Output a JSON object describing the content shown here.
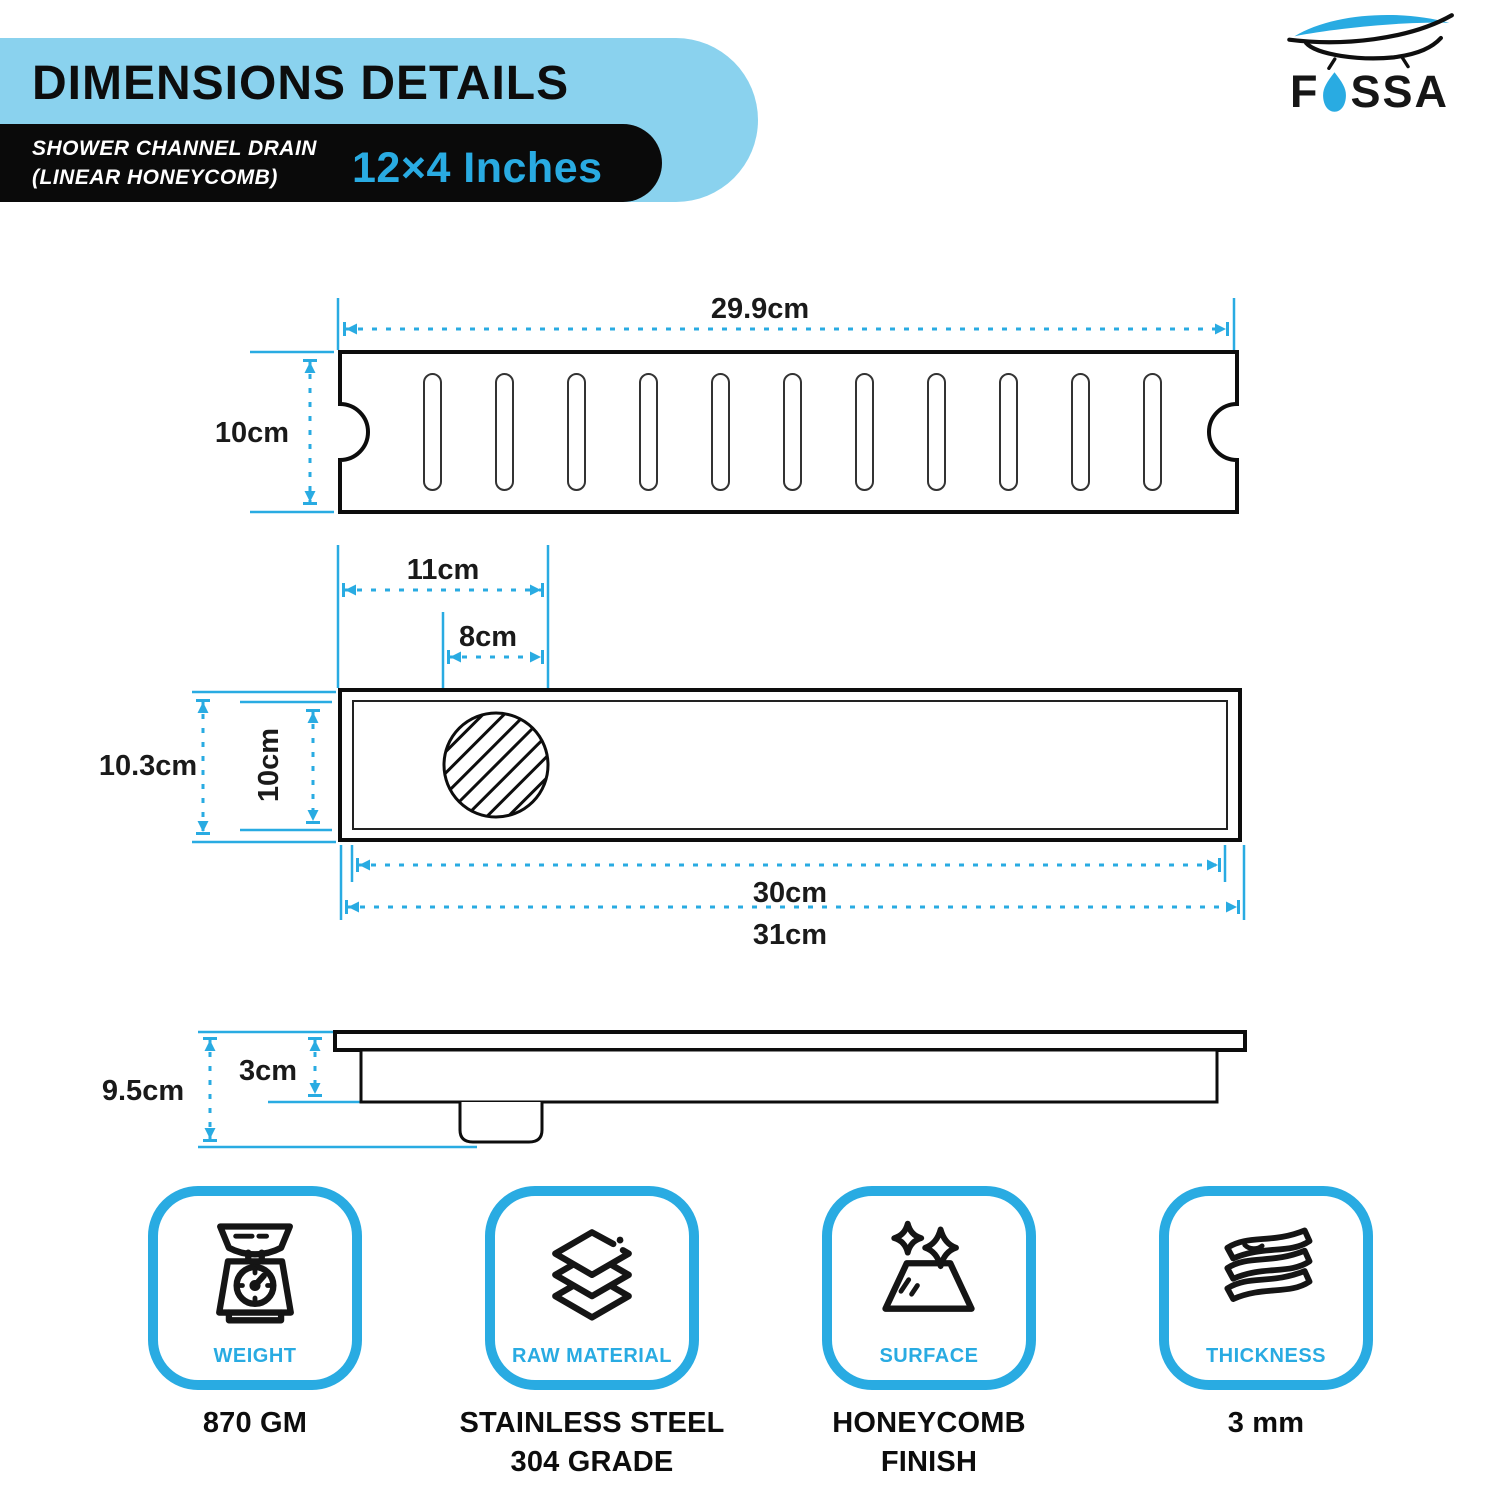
{
  "header": {
    "title": "DIMENSIONS DETAILS",
    "product_line1": "SHOWER CHANNEL DRAIN",
    "product_line2": "(LINEAR HONEYCOMB)",
    "size_label": "12×4 Inches"
  },
  "logo": {
    "text_start": "F",
    "text_end": "SSA"
  },
  "colors": {
    "accent_blue": "#29ABE2",
    "banner_blue": "#8AD2EE",
    "ink": "#111111"
  },
  "drawings": {
    "top_view": {
      "width_label": "29.9cm",
      "height_label": "10cm",
      "slot_count": 11
    },
    "plan_view": {
      "drain_offset_label": "11cm",
      "drain_diameter_label": "8cm",
      "outer_height_label": "10.3cm",
      "inner_height_label": "10cm",
      "inner_width_label": "30cm",
      "outer_width_label": "31cm"
    },
    "side_view": {
      "total_height_label": "9.5cm",
      "body_height_label": "3cm"
    }
  },
  "features": [
    {
      "label": "WEIGHT",
      "value_line1": "870 GM",
      "value_line2": ""
    },
    {
      "label": "RAW MATERIAL",
      "value_line1": "STAINLESS STEEL",
      "value_line2": "304 GRADE"
    },
    {
      "label": "SURFACE",
      "value_line1": "HONEYCOMB",
      "value_line2": "FINISH"
    },
    {
      "label": "THICKNESS",
      "value_line1": "3 mm",
      "value_line2": ""
    }
  ]
}
